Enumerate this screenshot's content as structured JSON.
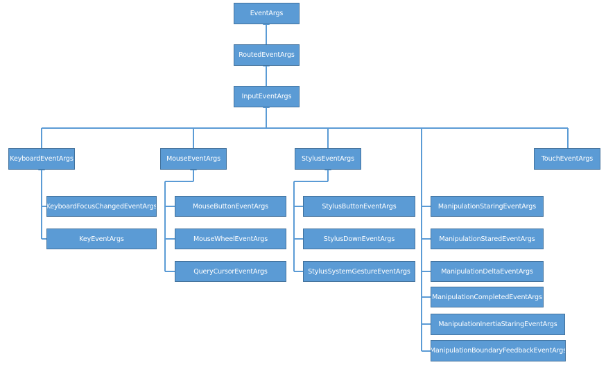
{
  "diagram": {
    "nodes": {
      "eventargs": "EventArgs",
      "routed": "RoutedEventArgs",
      "input": "InputEventArgs",
      "keyboard": "KeyboardEventArgs",
      "mouse": "MouseEventArgs",
      "stylus": "StylusEventArgs",
      "touch": "TouchEventArgs",
      "keyboard_children": [
        "KeyboardFocusChangedEventArgs",
        "KeyEventArgs"
      ],
      "mouse_children": [
        "MouseButtonEventArgs",
        "MouseWheelEventArgs",
        "QueryCursorEventArgs"
      ],
      "stylus_children": [
        "StylusButtonEventArgs",
        "StylusDownEventArgs",
        "StylusSystemGestureEventArgs"
      ],
      "manipulation_children": [
        "ManipulationStaringEventArgs",
        "ManipulationStaredEventArgs",
        "ManipulationDeltaEventArgs",
        "ManipulationCompletedEventArgs",
        "ManipulationInertiaStaringEventArgs",
        "ManipulationBoundaryFeedbackEventArgs"
      ]
    },
    "colors": {
      "node_fill": "#5b9bd5",
      "node_border": "#41719c",
      "connector": "#5b9bd5",
      "text": "#ffffff"
    }
  }
}
